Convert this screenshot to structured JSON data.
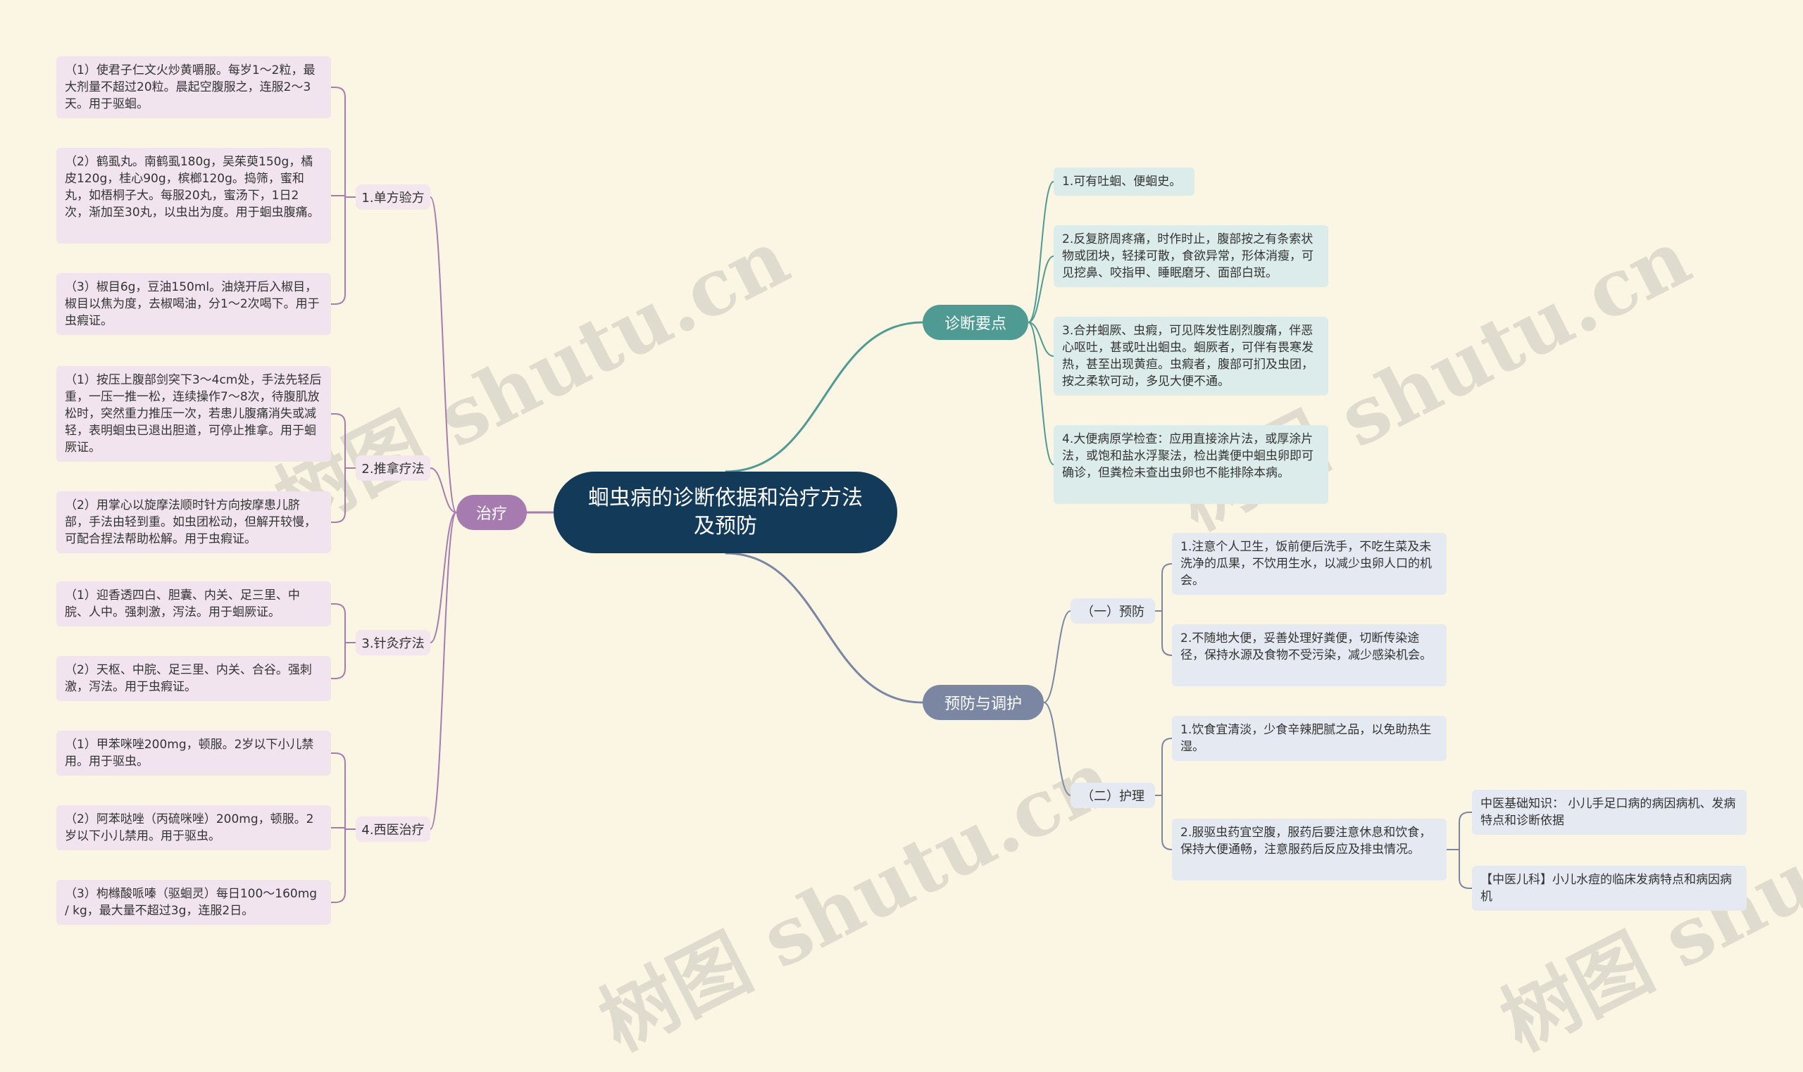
{
  "root": {
    "title": "蛔虫病的诊断依据和治疗方法及预防"
  },
  "colors": {
    "treatment": "#a67cb0",
    "diagnosis": "#4f9b93",
    "prevention": "#7b86a3",
    "root": "#143a5a"
  },
  "treatment": {
    "label": "治疗",
    "groups": [
      {
        "label": "1.单方验方",
        "items": [
          "（1）使君子仁文火炒黄嚼服。每岁1～2粒，最大剂量不超过20粒。晨起空腹服之，连服2～3天。用于驱蛔。",
          "（2）鹤虱丸。南鹤虱180g，吴茱萸150g，橘皮120g，桂心90g，槟榔120g。捣筛，蜜和丸，如梧桐子大。每服20丸，蜜汤下，1日2次，渐加至30丸，以虫出为度。用于蛔虫腹痛。",
          "（3）椒目6g，豆油150ml。油烧开后入椒目，椒目以焦为度，去椒喝油，分1～2次喝下。用于虫瘕证。"
        ]
      },
      {
        "label": "2.推拿疗法",
        "items": [
          "（1）按压上腹部剑突下3～4cm处，手法先轻后重，一压一推一松，连续操作7～8次，待腹肌放松时，突然重力推压一次，若患儿腹痛消失或减轻，表明蛔虫已退出胆道，可停止推拿。用于蛔厥证。",
          "（2）用掌心以旋摩法顺时针方向按摩患儿脐部，手法由轻到重。如虫团松动，但解开较慢，可配合捏法帮助松解。用于虫瘕证。"
        ]
      },
      {
        "label": "3.针灸疗法",
        "items": [
          "（1）迎香透四白、胆囊、内关、足三里、中脘、人中。强刺激，泻法。用于蛔厥证。",
          "（2）天枢、中脘、足三里、内关、合谷。强刺激，泻法。用于虫瘕证。"
        ]
      },
      {
        "label": "4.西医治疗",
        "items": [
          "（1）甲苯咪唑200mg，顿服。2岁以下小儿禁用。用于驱虫。",
          "（2）阿苯哒唑（丙硫咪唑）200mg，顿服。2岁以下小儿禁用。用于驱虫。",
          "（3）枸橼酸哌嗪（驱蛔灵）每日100～160mg / kg，最大量不超过3g，连服2日。"
        ]
      }
    ]
  },
  "diagnosis": {
    "label": "诊断要点",
    "items": [
      "1.可有吐蛔、便蛔史。",
      "2.反复脐周疼痛，时作时止，腹部按之有条索状物或团块，轻揉可散，食欲异常，形体消瘦，可见挖鼻、咬指甲、睡眠磨牙、面部白斑。",
      "3.合并蛔厥、虫瘕，可见阵发性剧烈腹痛，伴恶心呕吐，甚或吐出蛔虫。蛔厥者，可伴有畏寒发热，甚至出现黄疸。虫瘕者，腹部可扪及虫团，按之柔软可动，多见大便不通。",
      "4.大便病原学检查：应用直接涂片法，或厚涂片法，或饱和盐水浮聚法，检出粪便中蛔虫卵即可确诊，但粪检未查出虫卵也不能排除本病。"
    ]
  },
  "prevention": {
    "label": "预防与调护",
    "groups": [
      {
        "label": "（一）预防",
        "items": [
          "1.注意个人卫生，饭前便后洗手，不吃生菜及未洗净的瓜果，不饮用生水，以减少虫卵人口的机会。",
          "2.不随地大便，妥善处理好粪便，切断传染途径，保持水源及食物不受污染，减少感染机会。"
        ]
      },
      {
        "label": "（二）护理",
        "items": [
          "1.饮食宜清淡，少食辛辣肥腻之品，以免助热生湿。",
          "2.服驱虫药宜空腹，服药后要注意休息和饮食，保持大便通畅，注意服药后反应及排虫情况。"
        ]
      }
    ],
    "related": [
      "中医基础知识： 小儿手足口病的病因病机、发病特点和诊断依据",
      "【中医儿科】小儿水痘的临床发病特点和病因病机"
    ]
  },
  "watermark": {
    "text": "树图 shutu.cn"
  }
}
